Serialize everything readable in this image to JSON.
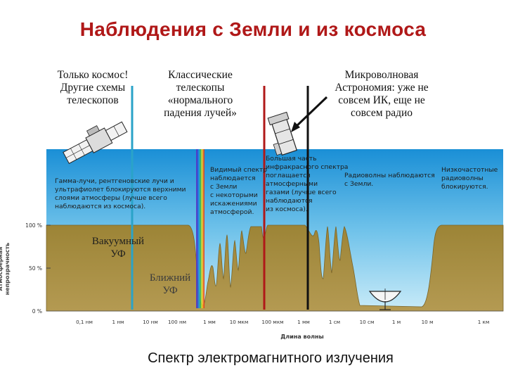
{
  "title": "Наблюдения с Земли и из космоса",
  "captions": {
    "space_only": "Только космос!\nДругие схемы\nтелескопов",
    "classic": "Классические\nтелескопы\n«нормального\nпадения лучей»",
    "microwave": "Микроволновая\nАстрономия: уже не\nсовсем ИК, еще не\nсовсем радио"
  },
  "notes": {
    "gamma": "Гамма-лучи, рентгеновские лучи и\nультрафиолет блокируются верхними\nслоями атмосферы (лучше всего\nнаблюдаются из космоса).",
    "visible": "Видимый спектр\nнаблюдается\nс Земли\nс некоторыми\nискажениями\nатмосферой.",
    "infrared": "Большая часть\nинфракрасного спектра\nпоглащается\nатмосферными\nгазами (лучше всего\nнаблюдаются\nиз космоса).",
    "radio": "Радиоволны наблюдаются\nс Земли.",
    "lowfreq": "Низкочастотные\nрадиоволны\nблокируются."
  },
  "overlays": {
    "vacuum_uv": "Вакуумный\nУФ",
    "near_uv": "Ближний\nУФ"
  },
  "y_axis": {
    "label": "Атмосферная\nнепрозрачность",
    "ticks": [
      "100 %",
      "50 %",
      "0 %"
    ]
  },
  "x_axis": {
    "label": "Длина волны",
    "ticks": [
      "0,1 нм",
      "1 нм",
      "10 нм",
      "100 нм",
      "1 мм",
      "10 мкм",
      "100 мкм",
      "1 мм",
      "1 см",
      "10 см",
      "1 м",
      "10 м",
      "1 км"
    ]
  },
  "caption": "Спектр электромагнитного излучения",
  "colors": {
    "title": "#b01818",
    "sky_top": "#1a8fd6",
    "sky_bottom": "#bfe6f7",
    "opacity_fill": "#a38a3e",
    "marker_blue": "#2aa3c8",
    "marker_red": "#b01818",
    "marker_black": "#111111"
  },
  "icons": [
    "satellite-icon",
    "telescope-icon",
    "radio-dish-icon",
    "arrow-icon"
  ]
}
